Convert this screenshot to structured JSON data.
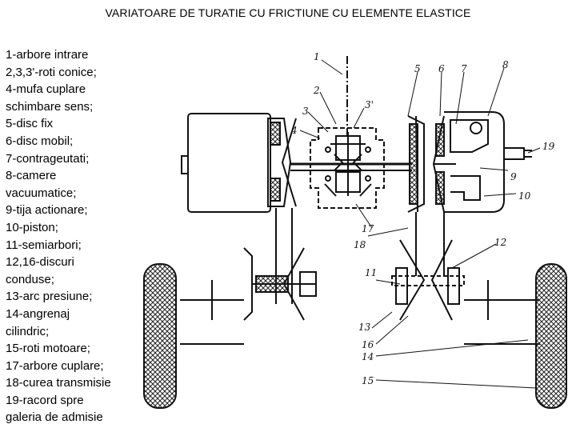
{
  "title": "VARIATOARE DE TURATIE CU FRICTIUNE CU ELEMENTE ELASTICE",
  "legend": [
    "1-arbore intrare",
    "2,3,3'-roti conice;",
    "4-mufa cuplare",
    "schimbare sens;",
    "5-disc fix",
    "6-disc mobil;",
    "7-contrageutati;",
    "8-camere",
    "vacuumatice;",
    "9-tija actionare;",
    "10-piston;",
    "11-semiarbori;",
    "12,16-discuri",
    "conduse;",
    "13-arc presiune;",
    "14-angrenaj",
    "cilindric;",
    "15-roti motoare;",
    "17-arbore cuplare;",
    "18-curea transmisie",
    "19-racord spre",
    "galeria de admisie"
  ],
  "callouts": {
    "n1": "1",
    "n2": "2",
    "n3": "3",
    "n3p": "3'",
    "n4": "4",
    "n5": "5",
    "n6": "6",
    "n7": "7",
    "n8": "8",
    "n9": "9",
    "n10": "10",
    "n11": "11",
    "n12": "12",
    "n13": "13",
    "n14": "14",
    "n15": "15",
    "n16": "16",
    "n17": "17",
    "n18": "18",
    "n19": "19"
  }
}
